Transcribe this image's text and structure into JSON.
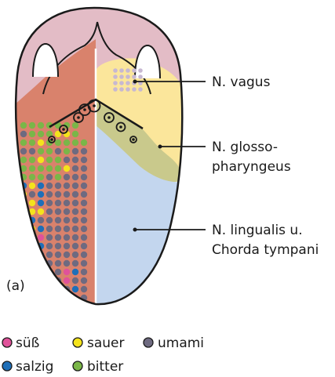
{
  "labels": {
    "vagus": "N. vagus",
    "glosso_1": "N. glosso-",
    "glosso_2": "pharyngeus",
    "lingualis_1": "N. lingualis u.",
    "lingualis_2": "Chorda tympani",
    "panel": "(a)"
  },
  "legend": [
    {
      "key": "suess",
      "label": "süß",
      "color": "#e0529a"
    },
    {
      "key": "sauer",
      "label": "sauer",
      "color": "#f4e31c"
    },
    {
      "key": "umami",
      "label": "umami",
      "color": "#6e6a80"
    },
    {
      "key": "salzig",
      "label": "salzig",
      "color": "#1f6fb8"
    },
    {
      "key": "bitter",
      "label": "bitter",
      "color": "#7ab648"
    }
  ],
  "colors": {
    "pink_region": "#e3bcc6",
    "red_region": "#d9826c",
    "yellow_region": "#fbe69b",
    "olive_region": "#c9c98c",
    "blue_region": "#c3d6ee",
    "outline": "#1a1a1a"
  }
}
